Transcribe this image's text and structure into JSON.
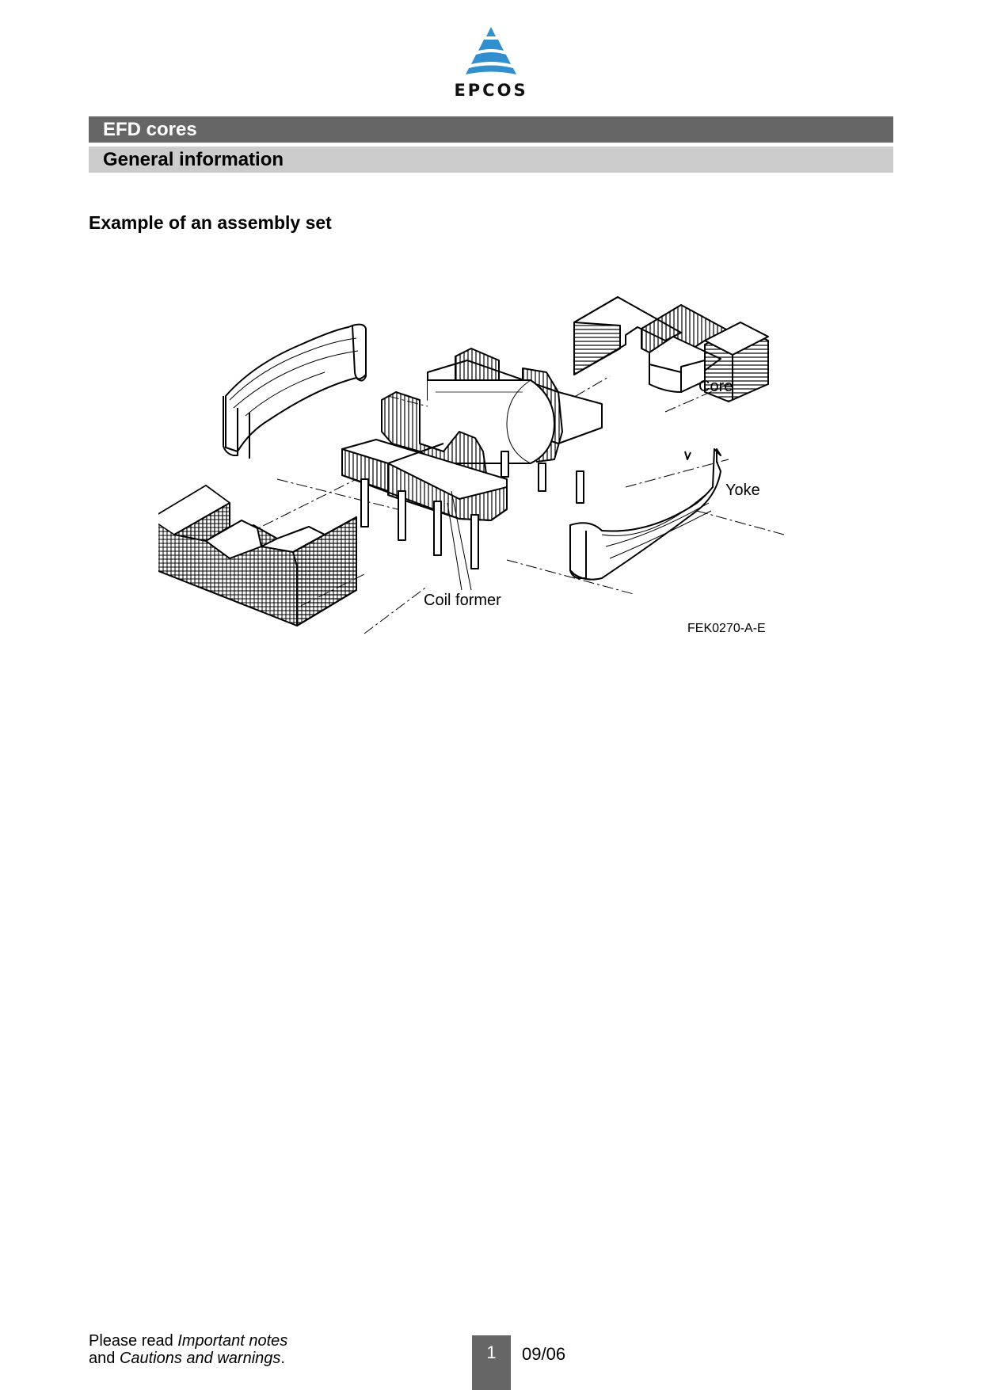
{
  "header": {
    "brand": "EPCOS",
    "title": "EFD cores",
    "subtitle": "General information"
  },
  "section": {
    "title": "Example of an assembly set"
  },
  "figure": {
    "labels": {
      "core": "Core",
      "yoke": "Yoke",
      "coil_former": "Coil former"
    },
    "code": "FEK0270-A-E"
  },
  "footer": {
    "note_prefix": "Please read ",
    "note_important": "Important notes",
    "note_and": "and ",
    "note_cautions": "Cautions and warnings",
    "note_suffix": ".",
    "page_number": "1",
    "date": "09/06"
  },
  "colors": {
    "logo_blue": "#2f8fcf",
    "bar_dark": "#666666",
    "bar_light": "#cccccc"
  }
}
